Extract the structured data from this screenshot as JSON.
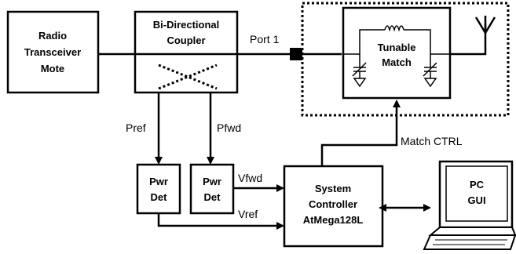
{
  "blocks": {
    "radio": [
      "Radio",
      "Transceiver",
      "Mote"
    ],
    "coupler": [
      "Bi-Directional",
      "Coupler"
    ],
    "tunable": [
      "Tunable",
      "Match"
    ],
    "pwr_det_ref": [
      "Pwr",
      "Det"
    ],
    "pwr_det_fwd": [
      "Pwr",
      "Det"
    ],
    "controller": [
      "System",
      "Controller",
      "AtMega128L"
    ],
    "pc": [
      "PC",
      "GUI"
    ]
  },
  "signals": {
    "port1": "Port 1",
    "pref": "Pref",
    "pfwd": "Pfwd",
    "vfwd": "Vfwd",
    "vref": "Vref",
    "match_ctrl": "Match CTRL"
  }
}
